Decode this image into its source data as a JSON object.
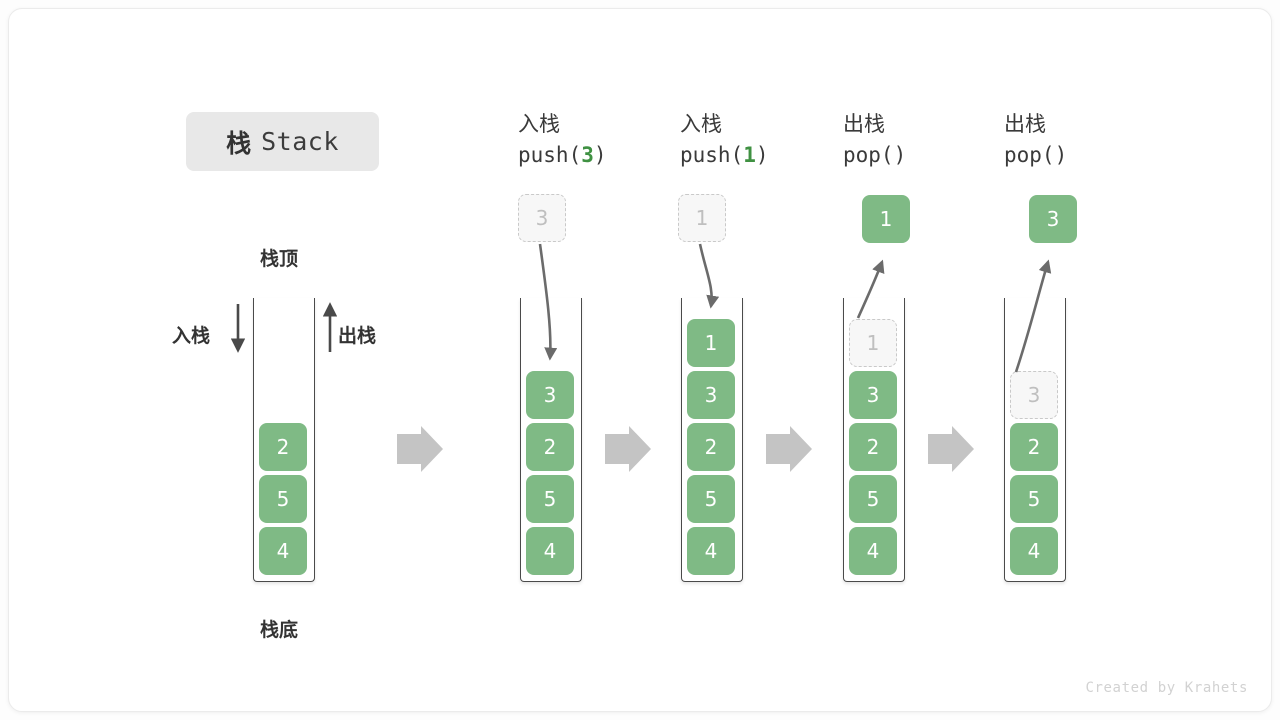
{
  "title": {
    "cn": "栈",
    "en": "Stack"
  },
  "labels": {
    "top": "栈顶",
    "bottom": "栈底",
    "push_side": "入栈",
    "pop_side": "出栈"
  },
  "colors": {
    "cell_fill": "#7fba85",
    "cell_text": "#ffffff",
    "ghost_fill": "#f7f7f7",
    "ghost_border": "#c9c9c9",
    "ghost_text": "#bfbfbf",
    "stack_border": "#4a4a4a",
    "arrow_gray": "#c4c4c4",
    "motion_arrow": "#6b6b6b",
    "accent_green": "#3f9142",
    "badge_bg": "#e8e8e8"
  },
  "stages": [
    {
      "id": "initial",
      "head_cn": "",
      "code_prefix": "",
      "code_arg": "",
      "code_suffix": "",
      "cells": [
        "2",
        "5",
        "4"
      ],
      "ghost": null,
      "detached": null
    },
    {
      "id": "push-3",
      "head_cn": "入栈",
      "code_prefix": "push(",
      "code_arg": "3",
      "code_suffix": ")",
      "cells": [
        "3",
        "2",
        "5",
        "4"
      ],
      "ghost": {
        "value": "3",
        "position": "above-outside"
      },
      "detached": null
    },
    {
      "id": "push-1",
      "head_cn": "入栈",
      "code_prefix": "push(",
      "code_arg": "1",
      "code_suffix": ")",
      "cells": [
        "1",
        "3",
        "2",
        "5",
        "4"
      ],
      "ghost": {
        "value": "1",
        "position": "above-outside"
      },
      "detached": null
    },
    {
      "id": "pop-1",
      "head_cn": "出栈",
      "code_prefix": "pop(",
      "code_arg": "",
      "code_suffix": ")",
      "cells": [
        "3",
        "2",
        "5",
        "4"
      ],
      "ghost": {
        "value": "1",
        "position": "top-slot"
      },
      "detached": {
        "value": "1"
      }
    },
    {
      "id": "pop-3",
      "head_cn": "出栈",
      "code_prefix": "pop(",
      "code_arg": "",
      "code_suffix": ")",
      "cells": [
        "2",
        "5",
        "4"
      ],
      "ghost": {
        "value": "3",
        "position": "top-slot"
      },
      "detached": {
        "value": "3"
      }
    }
  ],
  "flow_arrows": 4,
  "footer": "Created by Krahets"
}
